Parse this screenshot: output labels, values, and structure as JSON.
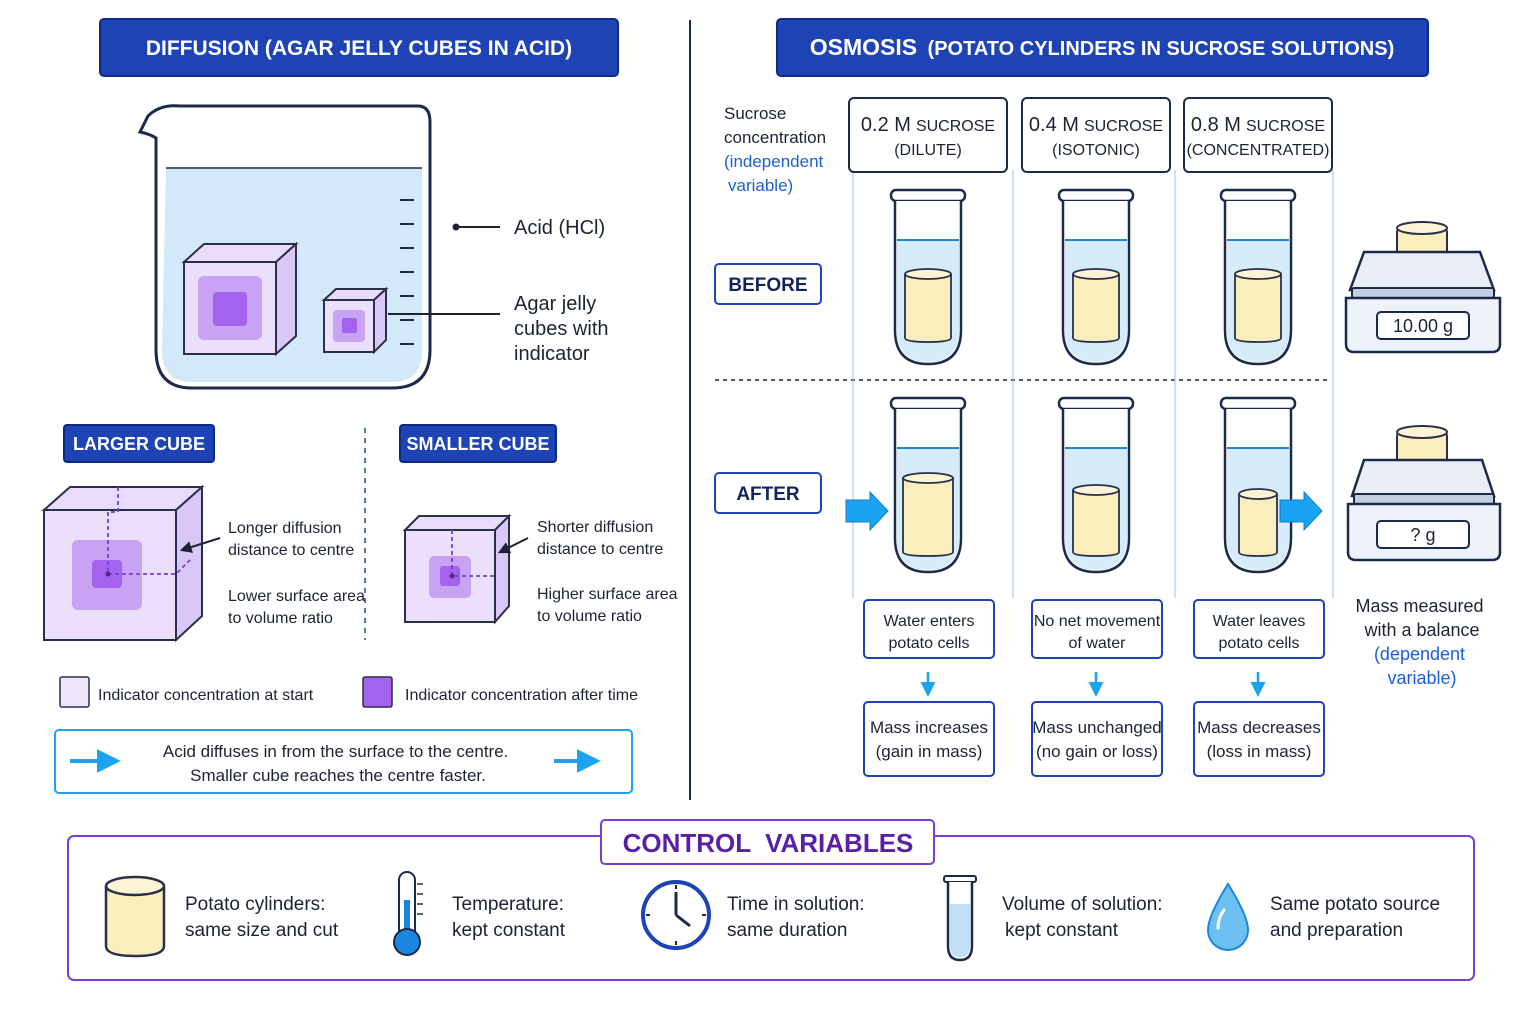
{
  "diffusion": {
    "title": "DIFFUSION (AGAR JELLY CUBES IN ACID)",
    "acid_label": "Acid (HCl)",
    "cubes_label": [
      "Agar jelly",
      "cubes with",
      "indicator"
    ],
    "larger_cube": {
      "title": "LARGER CUBE",
      "distance": [
        "Longer diffusion",
        "distance to centre"
      ],
      "ratio": [
        "Lower surface area",
        "to volume ratio"
      ]
    },
    "smaller_cube": {
      "title": "SMALLER CUBE",
      "distance": [
        "Shorter diffusion",
        "distance to centre"
      ],
      "ratio": [
        "Higher surface area",
        "to volume ratio"
      ]
    },
    "legend": {
      "start": "Indicator concentration at start",
      "after": "Indicator concentration after time"
    },
    "note": [
      "Acid diffuses in from the surface to the centre.",
      "Smaller cube reaches the centre faster."
    ],
    "colors": {
      "header": "#1d43b5",
      "cube_light": "#efe6fb",
      "cube_dark": "#a463ef",
      "arrow": "#1aa3f0"
    }
  },
  "osmosis": {
    "title_main": "OSMOSIS",
    "title_sub": "(POTATO CYLINDERS IN SUCROSE SOLUTIONS)",
    "iv_label": [
      "Sucrose",
      "concentration"
    ],
    "iv_note": [
      "(independent",
      "variable)"
    ],
    "row_before": "BEFORE",
    "row_after": "AFTER",
    "columns": [
      {
        "conc": "0.2 M",
        "unit": "SUCROSE",
        "kind": "(DILUTE)",
        "movement": [
          "Water enters",
          "potato cells"
        ],
        "result": [
          "Mass increases",
          "(gain in mass)"
        ]
      },
      {
        "conc": "0.4 M",
        "unit": "SUCROSE",
        "kind": "(ISOTONIC)",
        "movement": [
          "No net movement",
          "of water"
        ],
        "result": [
          "Mass unchanged",
          "(no gain or loss)"
        ]
      },
      {
        "conc": "0.8 M",
        "unit": "SUCROSE",
        "kind": "(CONCENTRATED)",
        "movement": [
          "Water leaves",
          "potato cells"
        ],
        "result": [
          "Mass decreases",
          "(loss in mass)"
        ]
      }
    ],
    "balance_before": "10.00 g",
    "balance_after": "? g",
    "dv_label": [
      "Mass measured",
      "with a balance"
    ],
    "dv_note": [
      "(dependent",
      "variable)"
    ],
    "colors": {
      "potato": "#faeebd",
      "water": "#d6ecfa",
      "accent": "#1f5fd6"
    }
  },
  "controls": {
    "title": "CONTROL  VARIABLES",
    "items": [
      {
        "icon": "potato-cylinder-icon",
        "line1": "Potato cylinders:",
        "line2": "same size and cut"
      },
      {
        "icon": "thermometer-icon",
        "line1": "Temperature:",
        "line2": "kept constant"
      },
      {
        "icon": "clock-icon",
        "line1": "Time in solution:",
        "line2": "same duration"
      },
      {
        "icon": "test-tube-icon",
        "line1": "Volume of solution:",
        "line2": "kept constant"
      },
      {
        "icon": "water-drop-icon",
        "line1": "Same potato source",
        "line2": "and preparation"
      }
    ],
    "colors": {
      "title": "#5a1fa8",
      "border": "#7a3fcf"
    }
  }
}
